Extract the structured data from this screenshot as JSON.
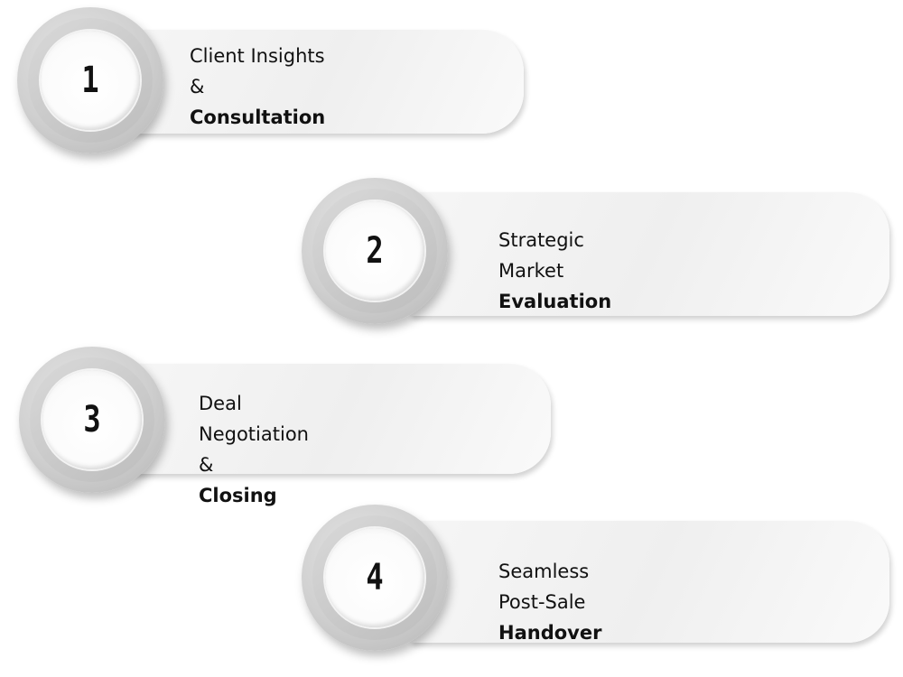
{
  "steps": [
    {
      "number": "1",
      "line1": "Client Insights &",
      "line2": "Consultation"
    },
    {
      "number": "2",
      "line1": "Strategic Market",
      "line2": "Evaluation"
    },
    {
      "number": "3",
      "line1": "Deal Negotiation &",
      "line2": "Closing"
    },
    {
      "number": "4",
      "line1": "Seamless Post-Sale",
      "line2": "Handover"
    }
  ]
}
